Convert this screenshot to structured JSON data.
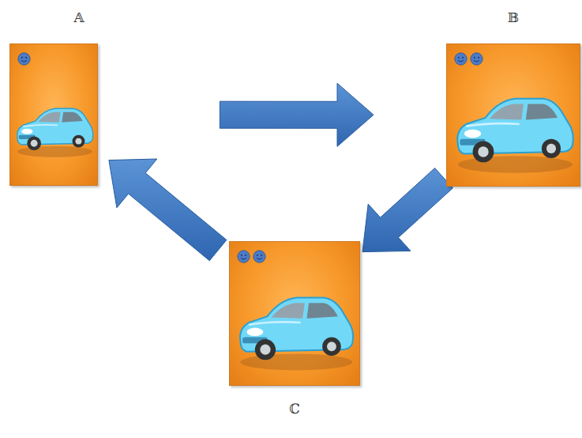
{
  "diagram": {
    "nodes": [
      {
        "text": [
          "𝔸"
        ]
      },
      {
        "text": [
          "𝔹"
        ]
      },
      {
        "text": [
          "ℂ"
        ]
      }
    ],
    "edges": [
      {
        "from": 0,
        "to": 1,
        "arrow": "to"
      },
      {
        "from": 1,
        "to": 2,
        "arrow": "to"
      },
      {
        "from": 2,
        "to": 0,
        "arrow": "to"
      }
    ]
  }
}
